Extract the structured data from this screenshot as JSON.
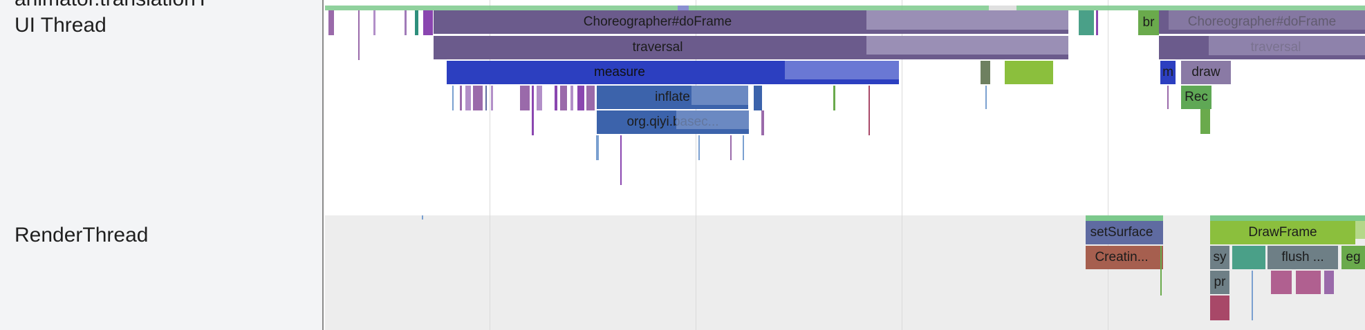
{
  "tracks": {
    "top_clipped_label": "animator.translationY",
    "ui_thread_label": "UI Thread",
    "render_thread_label": "RenderThread"
  },
  "slices": {
    "choreographer_1": "Choreographer#doFrame",
    "traversal_1": "traversal",
    "measure": "measure",
    "inflate": "inflate",
    "org_qiyi": "org.qiyi.basec...",
    "br": "br",
    "choreographer_2": "Choreographer#doFrame",
    "traversal_2": "traversal",
    "m": "m",
    "draw": "draw",
    "rec": "Rec",
    "set_surface": "setSurface",
    "creating": "Creatin...",
    "draw_frame": "DrawFrame",
    "sy": "sy",
    "flush": "flush ...",
    "eg": "eg",
    "pr": "pr"
  },
  "colors": {
    "choreographer": "#6b5b8c",
    "choreographer_light": "#9a8fb5",
    "measure": "#2c3fc0",
    "measure_light": "#6a78d4",
    "inflate": "#3c63ab",
    "inflate_light": "#7b95c9",
    "br": "#6aaa4c",
    "rec": "#5fa855",
    "set_surface": "#5f6ba1",
    "creating": "#a65f4f",
    "draw_frame": "#8bbf3d",
    "flush": "#6e7f86",
    "sy": "#6e7f86",
    "pr": "#6e7f86",
    "eg": "#6aaa4c",
    "top_band": "#7cc98c"
  }
}
